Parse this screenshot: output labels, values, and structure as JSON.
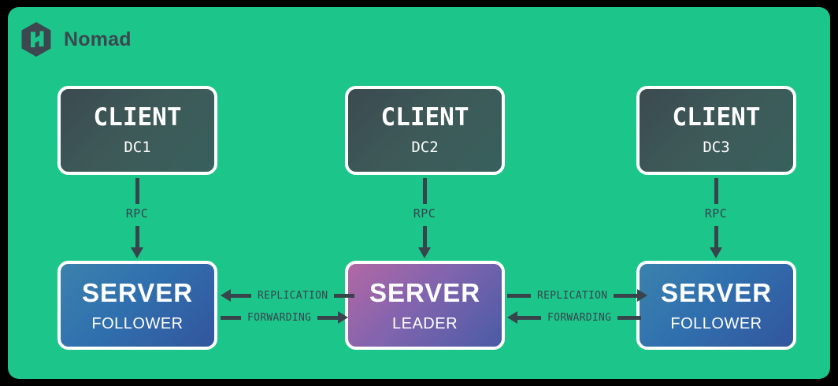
{
  "brand": {
    "name": "Nomad",
    "logo_icon": "nomad-hexagon-logo",
    "logo_color": "#3C4750",
    "text_color": "#3C4750"
  },
  "theme": {
    "background": "#1CC68B",
    "frame": "#000000",
    "connector": "#39434C",
    "box_border": "#FFFFFF",
    "client_gradient": [
      "#3C4A50",
      "#38605C"
    ],
    "server_follower_gradient": [
      "#3B82AD",
      "#33559E"
    ],
    "server_leader_gradient": [
      "#B268A4",
      "#4A5BA5"
    ]
  },
  "diagram": {
    "type": "architecture-diagram",
    "columns": [
      {
        "id": "dc1",
        "client": {
          "title": "CLIENT",
          "subtitle": "DC1"
        },
        "server": {
          "title": "SERVER",
          "subtitle": "FOLLOWER",
          "role": "follower"
        },
        "rpc": {
          "label": "RPC",
          "direction": "down"
        }
      },
      {
        "id": "dc2",
        "client": {
          "title": "CLIENT",
          "subtitle": "DC2"
        },
        "server": {
          "title": "SERVER",
          "subtitle": "LEADER",
          "role": "leader"
        },
        "rpc": {
          "label": "RPC",
          "direction": "down"
        }
      },
      {
        "id": "dc3",
        "client": {
          "title": "CLIENT",
          "subtitle": "DC3"
        },
        "server": {
          "title": "SERVER",
          "subtitle": "FOLLOWER",
          "role": "follower"
        },
        "rpc": {
          "label": "RPC",
          "direction": "down"
        }
      }
    ],
    "links": {
      "left": [
        {
          "label": "REPLICATION",
          "direction": "left",
          "from": "dc2-leader",
          "to": "dc1-follower"
        },
        {
          "label": "FORWARDING",
          "direction": "right",
          "from": "dc1-follower",
          "to": "dc2-leader"
        }
      ],
      "right": [
        {
          "label": "REPLICATION",
          "direction": "right",
          "from": "dc2-leader",
          "to": "dc3-follower"
        },
        {
          "label": "FORWARDING",
          "direction": "left",
          "from": "dc3-follower",
          "to": "dc2-leader"
        }
      ]
    }
  }
}
